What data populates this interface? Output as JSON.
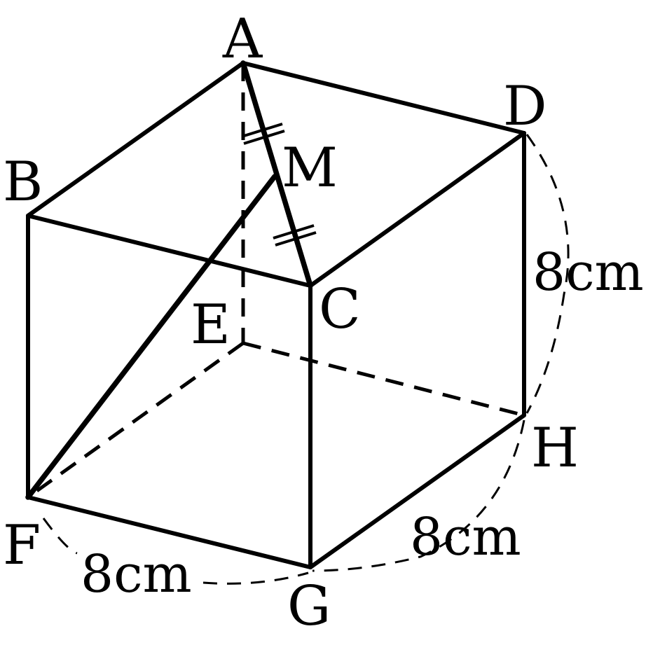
{
  "vertices": {
    "A": "A",
    "B": "B",
    "C": "C",
    "D": "D",
    "E": "E",
    "F": "F",
    "G": "G",
    "H": "H",
    "M": "M"
  },
  "dimensions": {
    "fg": "8cm",
    "gh": "8cm",
    "dh": "8cm"
  },
  "colors": {
    "ink": "#000000",
    "background": "#ffffff"
  }
}
